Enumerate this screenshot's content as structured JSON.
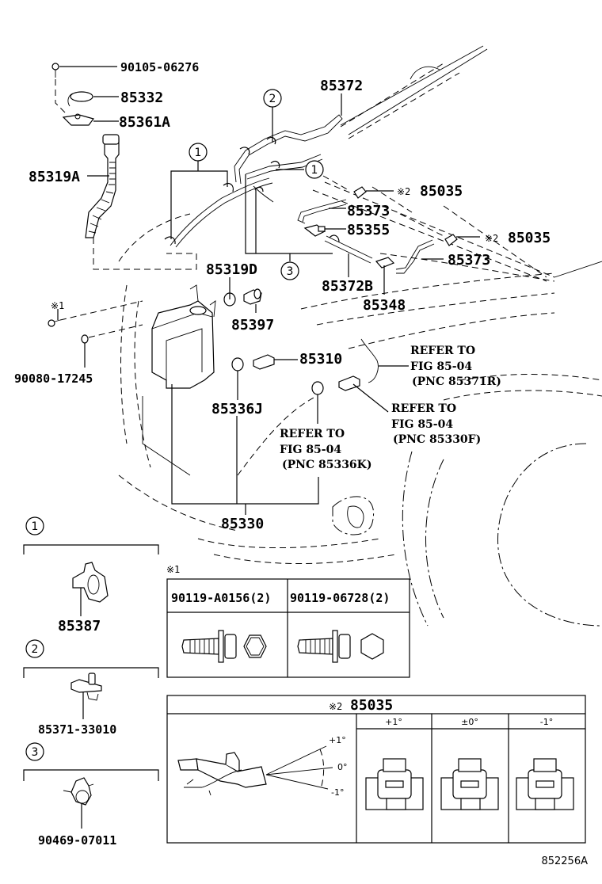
{
  "diagram": {
    "title_code": "852256A",
    "callouts": [
      {
        "id": "c1",
        "number": "1"
      },
      {
        "id": "c2",
        "number": "2"
      },
      {
        "id": "c3",
        "number": "3"
      }
    ],
    "parts": {
      "p_90105_06276": "90105-06276",
      "p_85332": "85332",
      "p_85361A": "85361A",
      "p_85319A": "85319A",
      "p_85372": "85372",
      "p_85035_top": "85035",
      "p_85373_top": "85373",
      "p_85355": "85355",
      "p_85035_mid": "85035",
      "p_85373_mid": "85373",
      "p_85319D": "85319D",
      "p_85397": "85397",
      "p_85372B": "85372B",
      "p_85348": "85348",
      "p_90080_17245": "90080-17245",
      "p_85310": "85310",
      "p_85336J": "85336J",
      "p_85330": "85330"
    },
    "markers": {
      "note1": "※1",
      "note2": "※2"
    },
    "references": [
      {
        "line1": "REFER TO",
        "line2": "FIG 85-04",
        "line3": "(PNC 85371R)"
      },
      {
        "line1": "REFER TO",
        "line2": "FIG 85-04",
        "line3": "(PNC 85330F)"
      },
      {
        "line1": "REFER TO",
        "line2": "FIG 85-04",
        "line3": "(PNC 85336K)"
      }
    ],
    "legend_clips": [
      {
        "number": "1",
        "part": "85387"
      },
      {
        "number": "2",
        "part": "85371-33010"
      },
      {
        "number": "3",
        "part": "90469-07011"
      }
    ],
    "bolt_table": {
      "marker": "※1",
      "columns": [
        "90119-A0156(2)",
        "90119-06728(2)"
      ]
    },
    "nozzle_table": {
      "marker": "※2",
      "part": "85035",
      "angle_labels": [
        "+1°",
        "0°",
        "-1°"
      ],
      "columns": [
        "+1°",
        "±0°",
        "-1°"
      ]
    }
  }
}
